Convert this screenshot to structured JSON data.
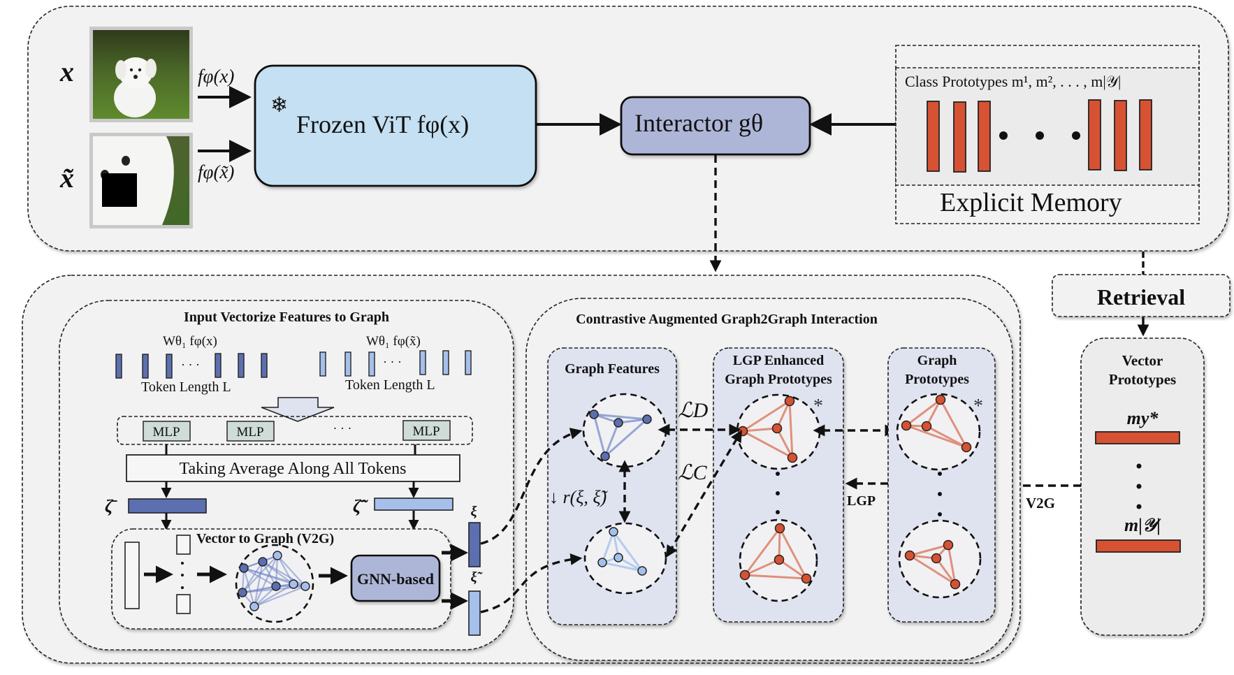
{
  "top": {
    "input_x_label": "x",
    "input_xt_label": "x̃",
    "fx_label": "fφ(x)",
    "fxt_label": "fφ(x̃)",
    "vit_label": "Frozen ViT fφ(x)",
    "interactor_label": "Interactor gθ",
    "class_prototypes_label": "Class Prototypes m¹, m², . . . , m|𝒴|",
    "explicit_memory_label": "Explicit Memory"
  },
  "retrieval_label": "Retrieval",
  "vector_prototypes": {
    "title_line1": "Vector",
    "title_line2": "Prototypes",
    "first_label": "my*",
    "last_label": "m|𝒴|"
  },
  "input_vectorize": {
    "title": "Input Vectorize Features to Graph",
    "w_x_label": "Wθ₁ fφ(x)",
    "w_xt_label": "Wθ₁ fφ(x̃)",
    "token_length_label_1": "Token Length L",
    "token_length_label_2": "Token Length L",
    "mlp_label": "MLP",
    "ellipsis": "· · ·",
    "avg_label": "Taking Average Along All Tokens",
    "zeta_label": "ζ̄",
    "zeta_t_label": "ζ̃̄",
    "v2g_title": "Vector to Graph (V2G)",
    "gnn_label": "GNN-based",
    "xi_label": "ξ",
    "xi_t_label": "ξ̃"
  },
  "contrastive": {
    "title": "Contrastive Augmented Graph2Graph Interaction",
    "graph_features_title": "Graph Features",
    "lgp_title_line1": "LGP Enhanced",
    "lgp_title_line2": "Graph Prototypes",
    "gp_title_line1": "Graph",
    "gp_title_line2": "Prototypes",
    "loss_d": "ℒD",
    "loss_c": "ℒC",
    "r_label": "↓ r(ξ, ξ̃)",
    "star": "*",
    "lgp_arrow_label": "LGP",
    "v2g_arrow_label": "V2G"
  },
  "colors": {
    "prototype_red": "#d65233",
    "feature_dark_blue": "#5c6fb0",
    "feature_light_blue": "#a6c0ec",
    "vit_fill": "#c4e0f2",
    "interactor_fill": "#aeb6d8",
    "panel_blue": "#dfe3f0",
    "mlp_fill": "#cfdcd8"
  }
}
